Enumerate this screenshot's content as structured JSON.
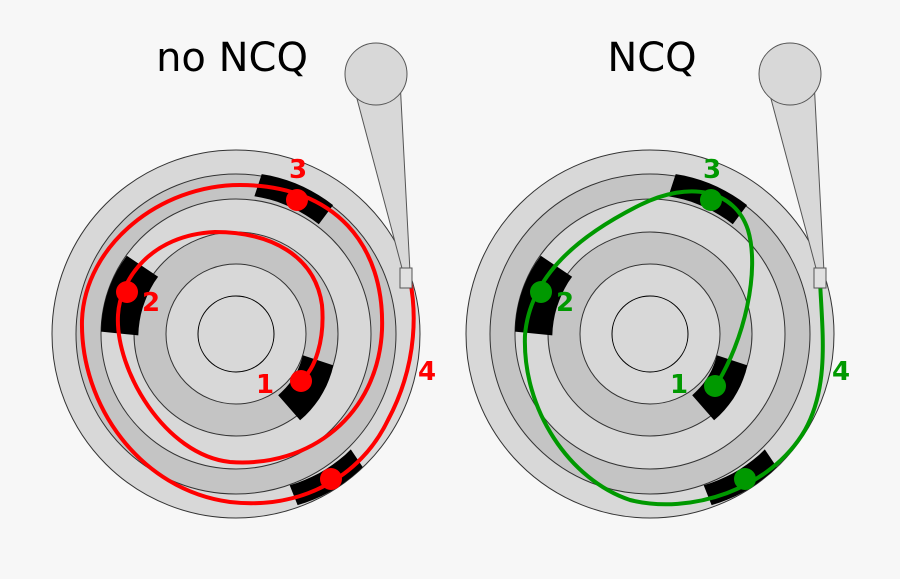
{
  "panels": [
    {
      "title": "no NCQ",
      "color": "#ff0000",
      "request_labels": [
        "1",
        "2",
        "3",
        "4"
      ]
    },
    {
      "title": "NCQ",
      "color": "#009900",
      "request_labels": [
        "1",
        "2",
        "3",
        "4"
      ]
    }
  ],
  "colors": {
    "background": "#f7f7f7",
    "platter_light": "#d8d8d8",
    "platter_mid": "#c4c4c4",
    "sector": "#000000",
    "outline": "#333333"
  }
}
